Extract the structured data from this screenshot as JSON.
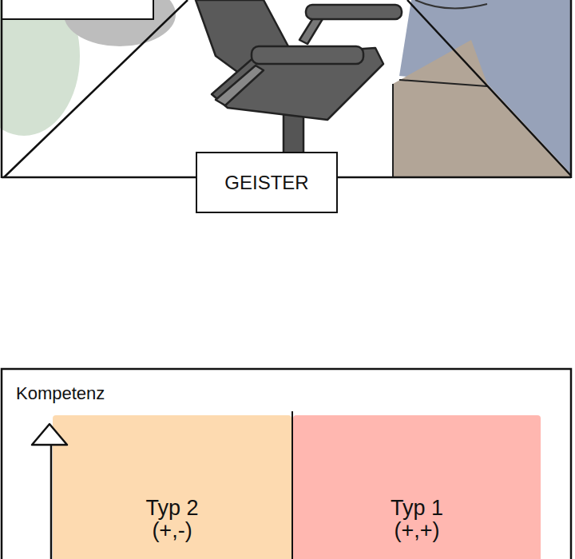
{
  "diagram": {
    "nodes": [
      {
        "text": [
          "GEISTER"
        ]
      },
      {
        "text": [
          "Typ 2",
          "(+,-)"
        ]
      },
      {
        "text": [
          "Typ 1",
          "(+,+)"
        ]
      }
    ],
    "labels": [
      "Kompetenz"
    ]
  }
}
